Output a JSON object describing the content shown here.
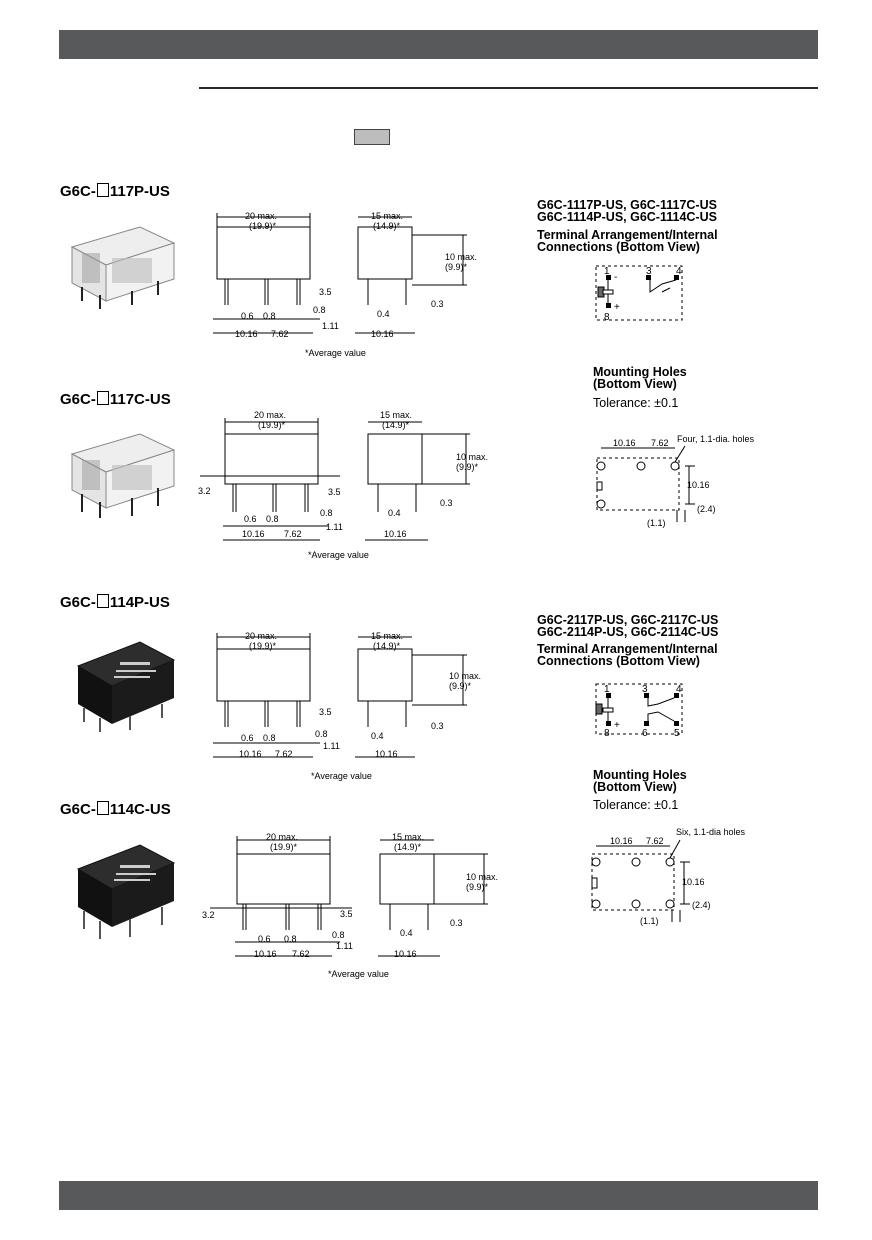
{
  "header_bar": "",
  "footer_bar": "",
  "models": [
    {
      "title_prefix": "G6C-",
      "title_suffix": "117P-US"
    },
    {
      "title_prefix": "G6C-",
      "title_suffix": "117C-US"
    },
    {
      "title_prefix": "G6C-",
      "title_suffix": "114P-US"
    },
    {
      "title_prefix": "G6C-",
      "title_suffix": "114C-US"
    }
  ],
  "dims": {
    "w_max": "20 max.",
    "w_avg": "(19.9)*",
    "d_max": "15 max.",
    "d_avg": "(14.9)*",
    "h_max": "10 max.",
    "h_avg": "(9.9)*",
    "pin_len": "3.5",
    "pin_w1": "0.6",
    "pin_w2": "0.8",
    "pin_w3": "0.8",
    "pitch_a": "10.16",
    "pitch_b": "7.62",
    "offset": "1.11",
    "side_pin": "0.4",
    "side_pitch": "10.16",
    "thick": "0.3",
    "pcb_step": "3.2",
    "avg_note": "*Average value"
  },
  "right": {
    "group1_models_1": "G6C-1117P-US, G6C-1117C-US",
    "group1_models_2": "G6C-1114P-US, G6C-1114C-US",
    "group2_models_1": "G6C-2117P-US, G6C-2117C-US",
    "group2_models_2": "G6C-2114P-US, G6C-2114C-US",
    "terminal_title_1": "Terminal Arrangement/Internal",
    "terminal_title_2": "Connections (Bottom View)",
    "mount_title_1": "Mounting Holes",
    "mount_title_2": "(Bottom View)",
    "tolerance": "Tolerance: ±0.1",
    "holes1_label": "Four, 1.1-dia. holes",
    "holes2_label": "Six, 1.1-dia holes",
    "hole_dim_a": "10.16",
    "hole_dim_b": "7.62",
    "hole_dim_c": "10.16",
    "hole_dim_d": "(2.4)",
    "hole_dim_e": "(1.1)",
    "pins1": [
      "1",
      "3",
      "4",
      "8"
    ],
    "pins2": [
      "1",
      "3",
      "4",
      "8",
      "6",
      "5"
    ],
    "minus": "-",
    "plus": "+"
  }
}
